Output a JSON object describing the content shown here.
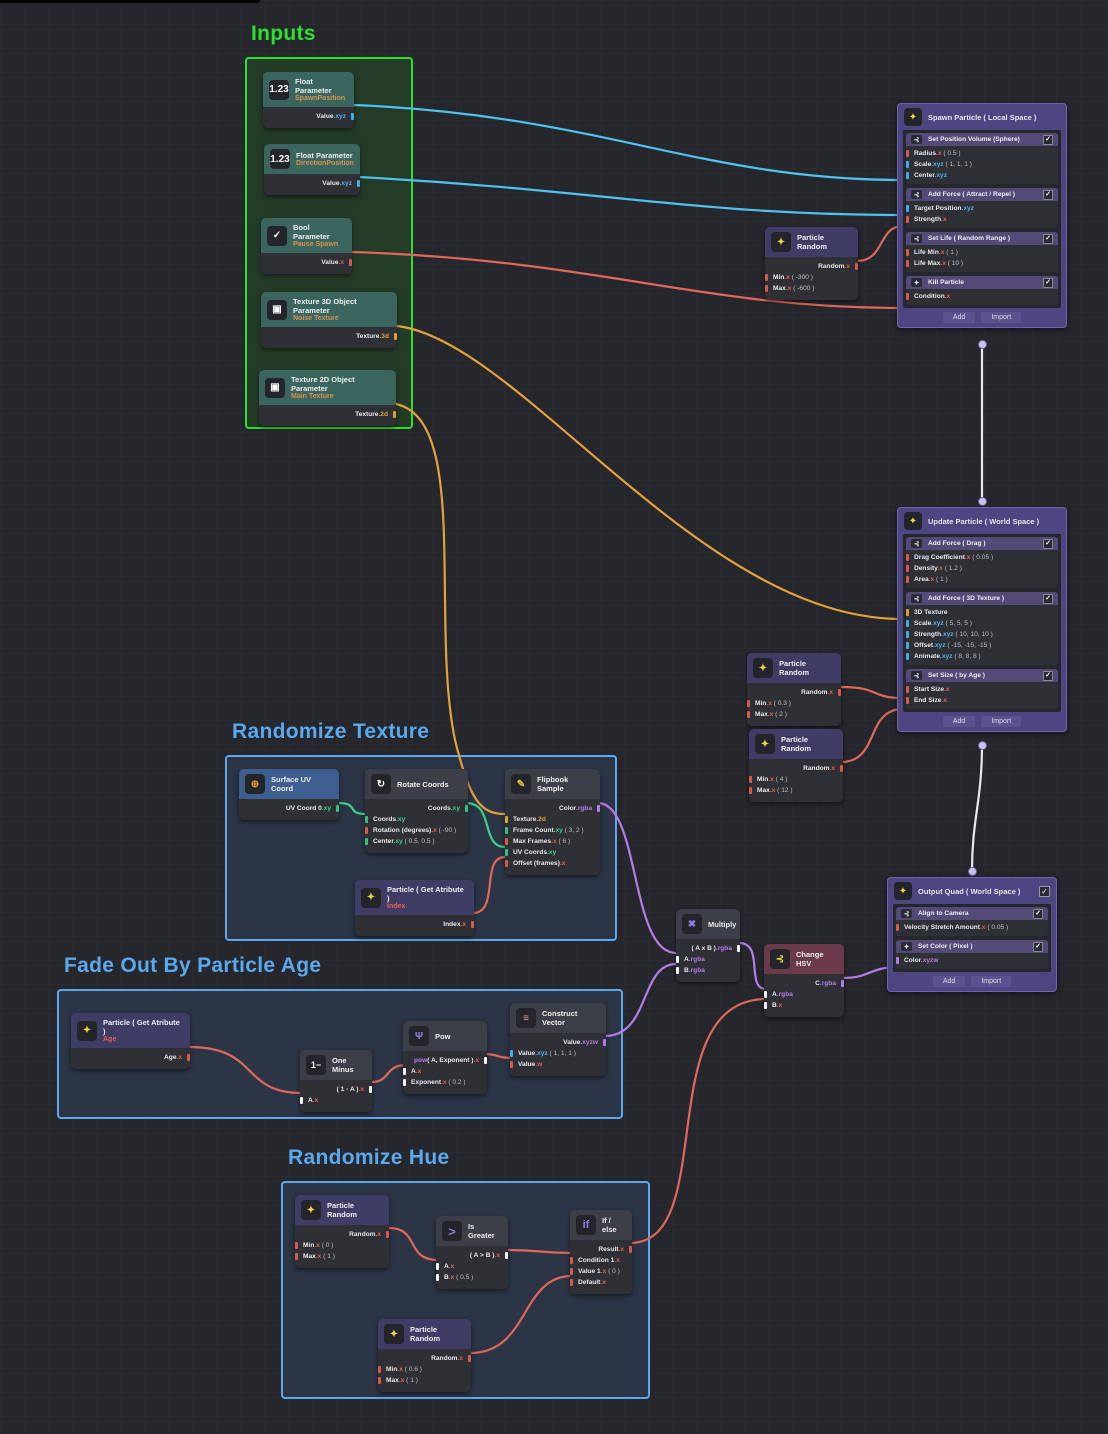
{
  "groups": {
    "inputs": "Inputs",
    "randomize_texture": "Randomize Texture",
    "fade_out": "Fade Out By Particle Age",
    "randomize_hue": "Randomize Hue"
  },
  "inputs": [
    {
      "icon": "1.23",
      "title": "Float Parameter",
      "name": "SpawnPosition",
      "out": "Value",
      "out_type": ".xyz"
    },
    {
      "icon": "1.23",
      "title": "Float Parameter",
      "name": "DirectionPosition",
      "out": "Value",
      "out_type": ".xyz"
    },
    {
      "icon": "✓",
      "title": "Bool Parameter",
      "name": "Pause Spawn",
      "out": "Value",
      "out_type": ".x"
    },
    {
      "icon": "▣",
      "title": "Texture 3D Object Parameter",
      "name": "Noise Texture",
      "out": "Texture",
      "out_type": ".3d"
    },
    {
      "icon": "▣",
      "title": "Texture 2D Object Parameter",
      "name": "Main Texture",
      "out": "Texture",
      "out_type": ".2d"
    }
  ],
  "spawn": {
    "title": "Spawn Particle ( Local Space )",
    "blocks": [
      {
        "title": "Set Position Volume (Sphere)",
        "rows": [
          [
            "Radius",
            ".x",
            "( 0.5 )"
          ],
          [
            "Scale",
            ".xyz",
            "( 1, 1, 1 )"
          ],
          [
            "Center",
            ".xyz",
            ""
          ]
        ]
      },
      {
        "title": "Add Force ( Attract / Repel )",
        "rows": [
          [
            "Target Position",
            ".xyz",
            ""
          ],
          [
            "Strength",
            ".x",
            ""
          ]
        ]
      },
      {
        "title": "Set Life ( Random Range )",
        "rows": [
          [
            "Life Min",
            ".x",
            "( 1 )"
          ],
          [
            "Life Max",
            ".x",
            "( 10 )"
          ]
        ]
      },
      {
        "title": "Kill Particle",
        "rows": [
          [
            "Condition",
            ".x",
            ""
          ]
        ]
      }
    ],
    "add": "Add",
    "import": "Import"
  },
  "update": {
    "title": "Update Particle ( World Space )",
    "blocks": [
      {
        "title": "Add Force ( Drag )",
        "rows": [
          [
            "Drag Coefficient",
            ".x",
            "( 0.05 )"
          ],
          [
            "Density",
            ".x",
            "( 1.2 )"
          ],
          [
            "Area",
            ".x",
            "( 1 )"
          ]
        ]
      },
      {
        "title": "Add Force ( 3D Texture )",
        "rows": [
          [
            "3D Texture",
            "",
            ""
          ],
          [
            "Scale",
            ".xyz",
            "( 5, 5, 5 )"
          ],
          [
            "Strength",
            ".xyz",
            "( 10, 10, 10 )"
          ],
          [
            "Offset",
            ".xyz",
            "( -15, -15, -15 )"
          ],
          [
            "Animate",
            ".xyz",
            "( 8, 8, 8 )"
          ]
        ]
      },
      {
        "title": "Set Size ( by Age )",
        "rows": [
          [
            "Start Size",
            ".x",
            ""
          ],
          [
            "End Size",
            ".x",
            ""
          ]
        ]
      }
    ],
    "add": "Add",
    "import": "Import"
  },
  "output": {
    "title": "Output Quad ( World Space )",
    "blocks": [
      {
        "title": "Align to Camera",
        "rows": [
          [
            "Velocity Stretch Amount",
            ".x",
            "( 0.05 )"
          ]
        ]
      },
      {
        "title": "Set Color ( Pixel )",
        "rows": [
          [
            "Color",
            ".xyzw",
            ""
          ]
        ]
      }
    ],
    "add": "Add",
    "import": "Import"
  },
  "random_nodes": {
    "title": "Particle Random",
    "out": "Random",
    "out_type": ".x",
    "spawn_life": {
      "min": "( -300 )",
      "max": "( -600 )"
    },
    "size_start": {
      "min": "( 0.3 )",
      "max": "( 2 )"
    },
    "size_end": {
      "min": "( 4 )",
      "max": "( 12 )"
    },
    "hue_a": {
      "min": "( 0 )",
      "max": "( 1 )"
    },
    "hue_b": {
      "min": "( 0.6 )",
      "max": "( 1 )"
    },
    "min_label": "Min",
    "max_label": "Max"
  },
  "tex": {
    "surface_uv": {
      "title": "Surface UV Coord",
      "out": "UV Coord 0",
      "out_type": ".xy"
    },
    "rotate": {
      "title": "Rotate Coords",
      "out": "Coords",
      "out_type": ".xy",
      "in": [
        [
          "Coords",
          ".xy",
          ""
        ],
        [
          "Rotation (degrees)",
          ".x",
          "( -90 )"
        ],
        [
          "Center",
          ".xy",
          "( 0.5, 0.5 )"
        ]
      ]
    },
    "flipbook": {
      "title": "Flipbook Sample",
      "out": "Color",
      "out_type": ".rgba",
      "in": [
        [
          "Texture",
          ".2d",
          ""
        ],
        [
          "Frame Count",
          ".xy",
          "( 3, 2 )"
        ],
        [
          "Max Frames",
          ".x",
          "( 6 )"
        ],
        [
          "UV Coords",
          ".xy",
          ""
        ],
        [
          "Offset (frames)",
          ".x",
          ""
        ]
      ]
    },
    "index": {
      "title": "Particle ( Get Atribute )",
      "sub": "Index",
      "out": "Index",
      "out_type": ".x"
    }
  },
  "fade": {
    "age": {
      "title": "Particle ( Get Atribute )",
      "sub": "Age",
      "out": "Age",
      "out_type": ".x"
    },
    "one_minus": {
      "icon": "1−",
      "title": "One Minus",
      "out": "( 1 - A )",
      "out_type": ".x",
      "in": "A",
      "in_type": ".x"
    },
    "pow": {
      "title": "Pow",
      "out_pre": "pow",
      "out": "( A, Exponent )",
      "out_type": ".x",
      "in": [
        [
          "A",
          ".x",
          ""
        ],
        [
          "Exponent",
          ".x",
          "( 0.2 )"
        ]
      ]
    },
    "construct": {
      "title": "Construct Vector",
      "out": "Value",
      "out_type": ".xyzw",
      "in": [
        [
          "Value",
          ".xyz",
          "( 1, 1, 1 )"
        ],
        [
          "Value",
          ".w",
          ""
        ]
      ]
    }
  },
  "multiply": {
    "title": "Multiply",
    "out": "( A x B )",
    "out_type": ".rgba",
    "in": [
      [
        "A",
        ".rgba"
      ],
      [
        "B",
        ".rgba"
      ]
    ]
  },
  "hsv": {
    "title": "Change HSV",
    "out": "C",
    "out_type": ".rgba",
    "in": [
      [
        "A",
        ".rgba"
      ],
      [
        "B",
        ".x"
      ]
    ]
  },
  "hue": {
    "greater": {
      "icon": ">",
      "title": "Is Greater",
      "out": "( A > B )",
      "out_type": ".x",
      "in": [
        [
          "A",
          ".x",
          ""
        ],
        [
          "B",
          ".x",
          "( 0.5 )"
        ]
      ]
    },
    "ifelse": {
      "icon": "if",
      "title": "If / else",
      "out": "Result",
      "out_type": ".x",
      "in": [
        [
          "Condition 1",
          ".x",
          ""
        ],
        [
          "Value 1",
          ".x",
          "( 0 )"
        ],
        [
          "Default",
          ".x",
          ""
        ]
      ]
    }
  }
}
